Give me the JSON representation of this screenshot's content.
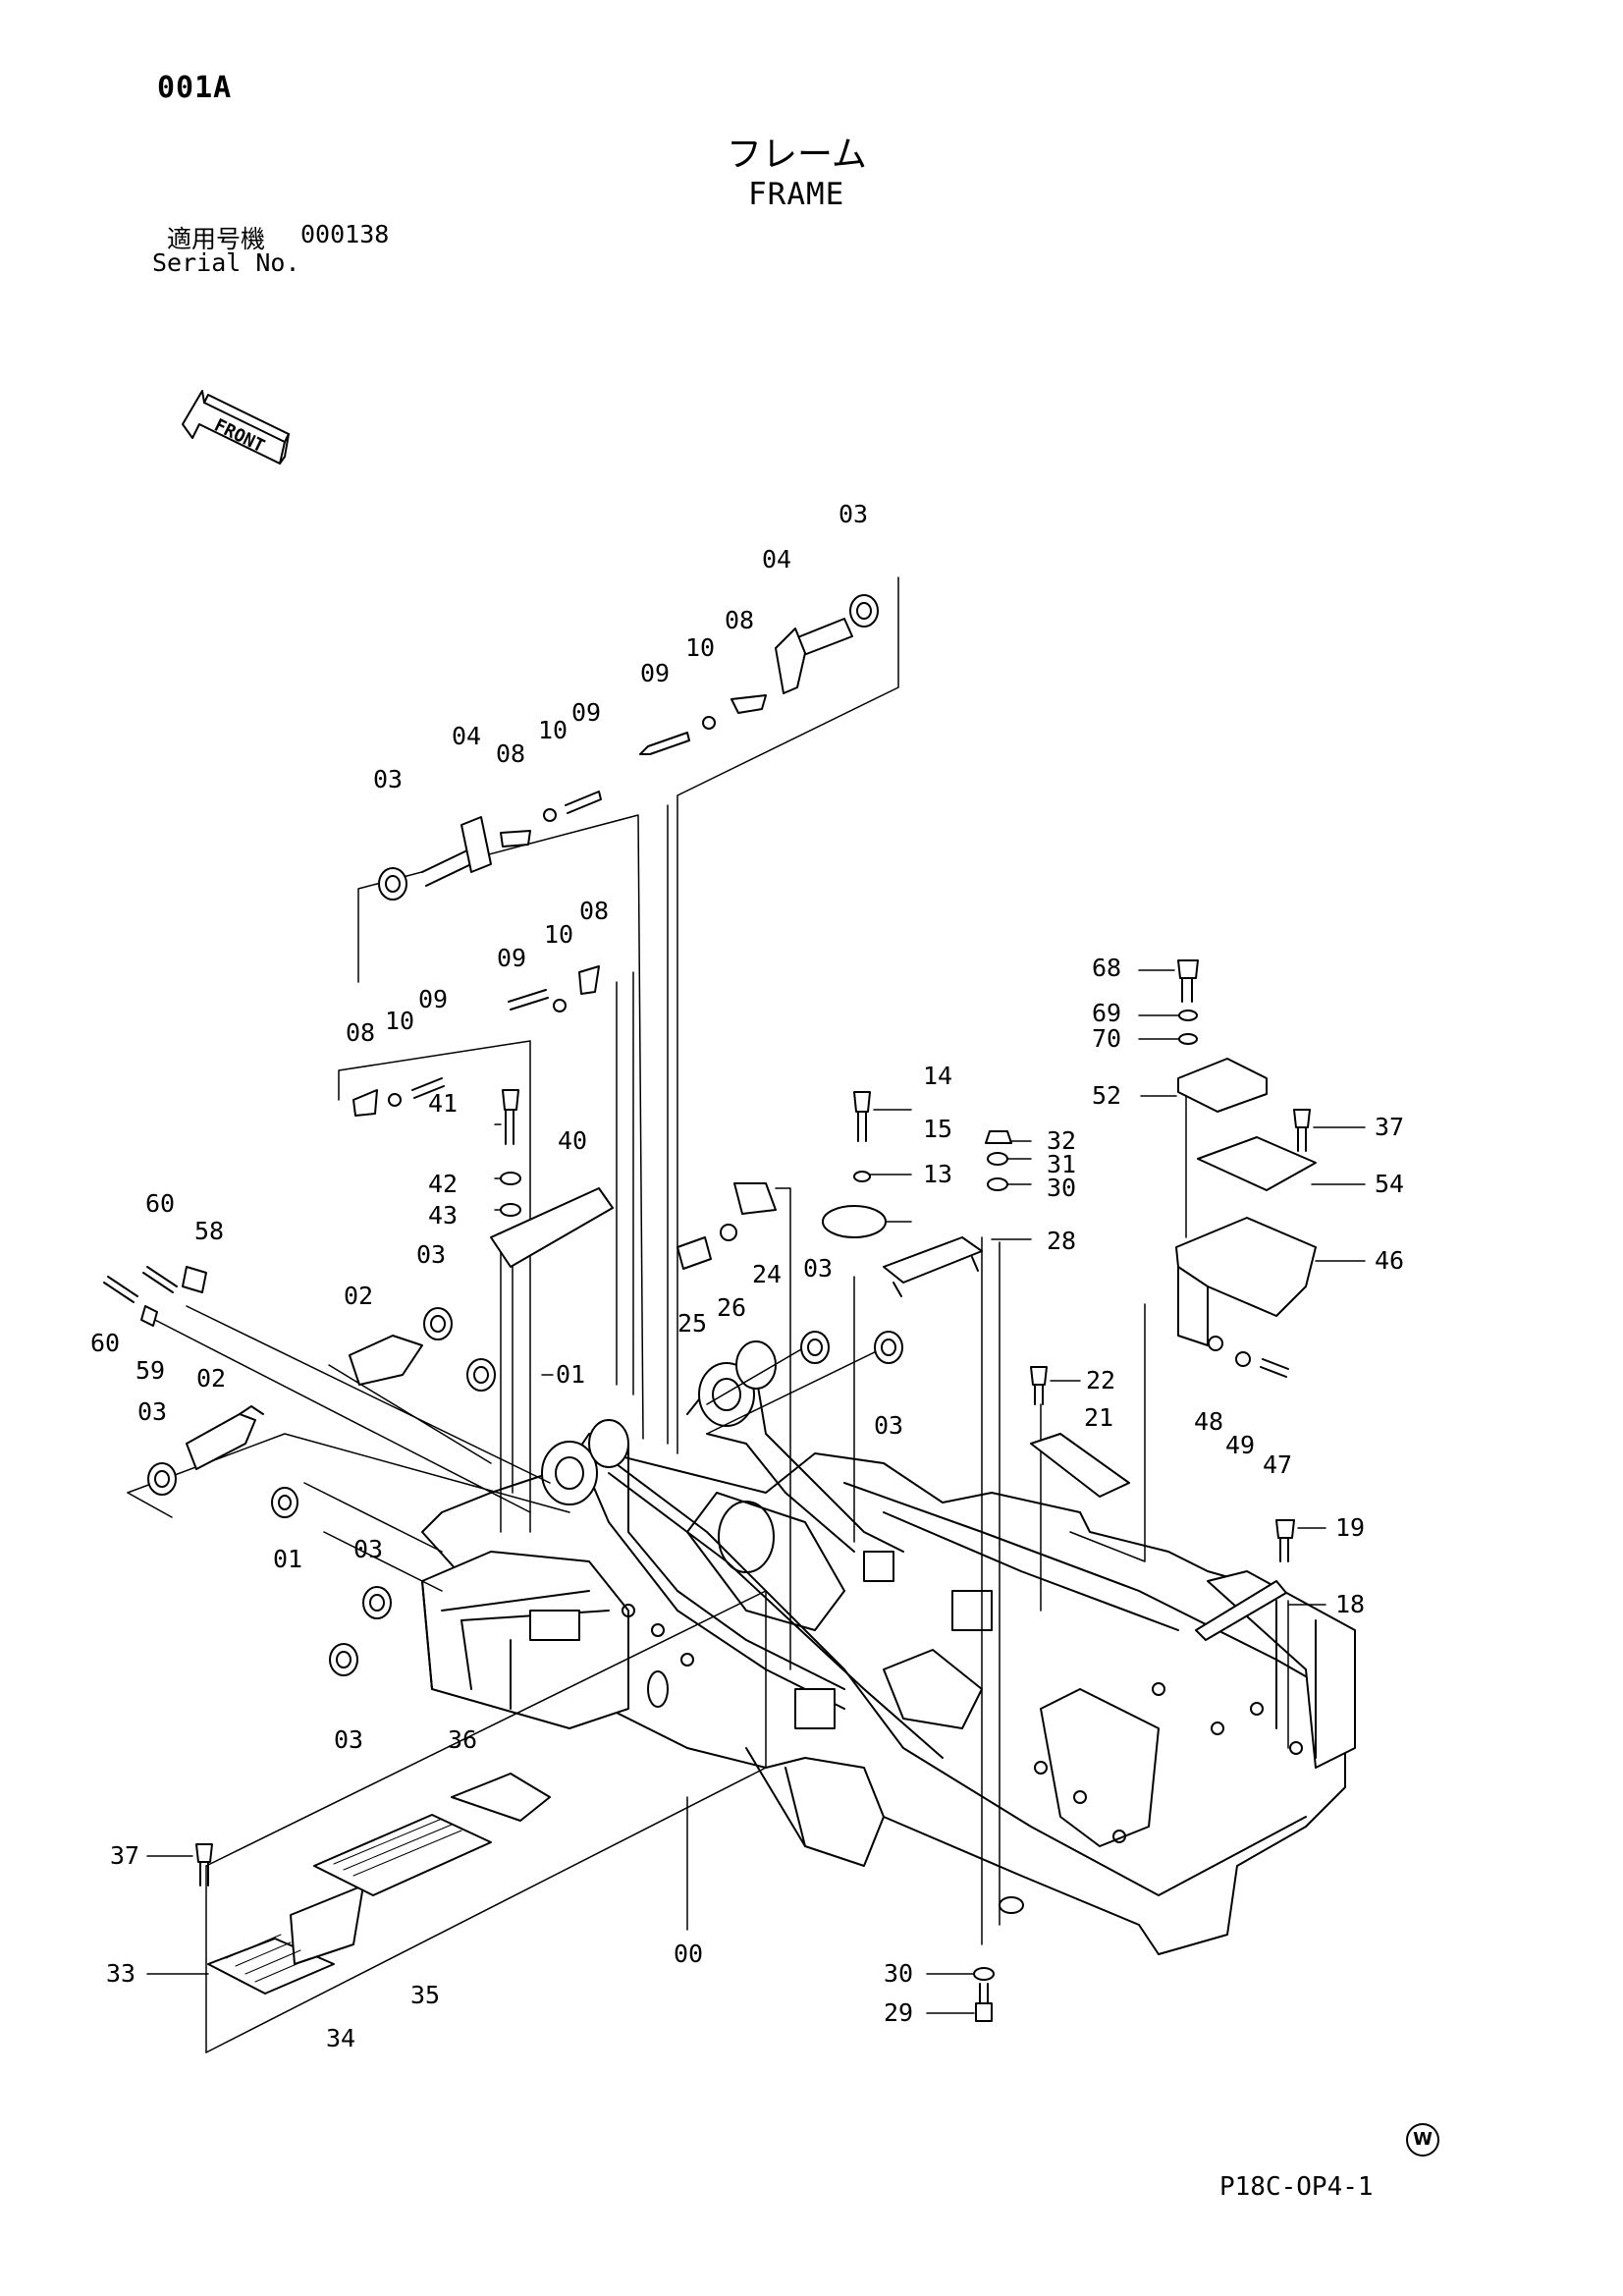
{
  "header": {
    "page_code": "001A",
    "title_jp": "フレーム",
    "title_en": "FRAME",
    "serial_label_jp": "適用号機",
    "serial_value": "000138",
    "serial_label_en": "Serial No."
  },
  "front_arrow": {
    "label": "FRONT"
  },
  "callouts": [
    "03",
    "04",
    "08",
    "10",
    "09",
    "09",
    "10",
    "08",
    "04",
    "03",
    "09",
    "10",
    "08",
    "08",
    "10",
    "09",
    "41",
    "42",
    "43",
    "40",
    "60",
    "58",
    "60",
    "59",
    "02",
    "03",
    "01",
    "02",
    "03",
    "01",
    "03",
    "03",
    "14",
    "15",
    "13",
    "24",
    "25",
    "26",
    "03",
    "03",
    "32",
    "31",
    "30",
    "28",
    "68",
    "69",
    "70",
    "52",
    "37",
    "54",
    "46",
    "48",
    "49",
    "47",
    "22",
    "21",
    "19",
    "18",
    "36",
    "37",
    "33",
    "34",
    "35",
    "00",
    "30",
    "29"
  ],
  "footer": {
    "watermark_symbol": "W",
    "drawing_number": "P18C-OP4-1"
  }
}
